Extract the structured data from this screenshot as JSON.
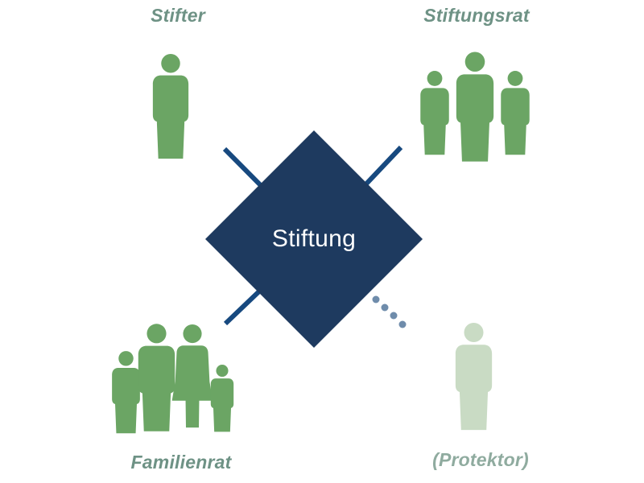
{
  "diagram": {
    "center": {
      "label": "Stiftung"
    },
    "groups": [
      {
        "id": "stifter",
        "label": "Stifter",
        "person_count": 1,
        "position": "top-left",
        "icon_style": "green"
      },
      {
        "id": "stiftungsrat",
        "label": "Stiftungsrat",
        "person_count": 3,
        "position": "top-right",
        "icon_style": "green"
      },
      {
        "id": "familienrat",
        "label": "Familienrat",
        "person_count": 4,
        "position": "bottom-left",
        "icon_style": "green"
      },
      {
        "id": "protektor",
        "label": "(Protektor)",
        "person_count": 1,
        "position": "bottom-right",
        "icon_style": "pale-green"
      }
    ],
    "connections": [
      {
        "from": "stiftung",
        "to": "stifter",
        "style": "solid"
      },
      {
        "from": "stiftung",
        "to": "stiftungsrat",
        "style": "solid"
      },
      {
        "from": "stiftung",
        "to": "familienrat",
        "style": "solid"
      },
      {
        "from": "stiftung",
        "to": "protektor",
        "style": "dotted"
      }
    ],
    "colors": {
      "person_green": "#6ba564",
      "person_pale_green": "#c9dbc4",
      "diamond_navy": "#1e3a5f",
      "connector_blue": "#17497f",
      "dotted_connector_blue": "#6f8cab",
      "label_gray_green": "#6e9285",
      "label_gray_green_light": "#8fab9f",
      "center_text": "#ffffff",
      "background": "#ffffff"
    }
  }
}
